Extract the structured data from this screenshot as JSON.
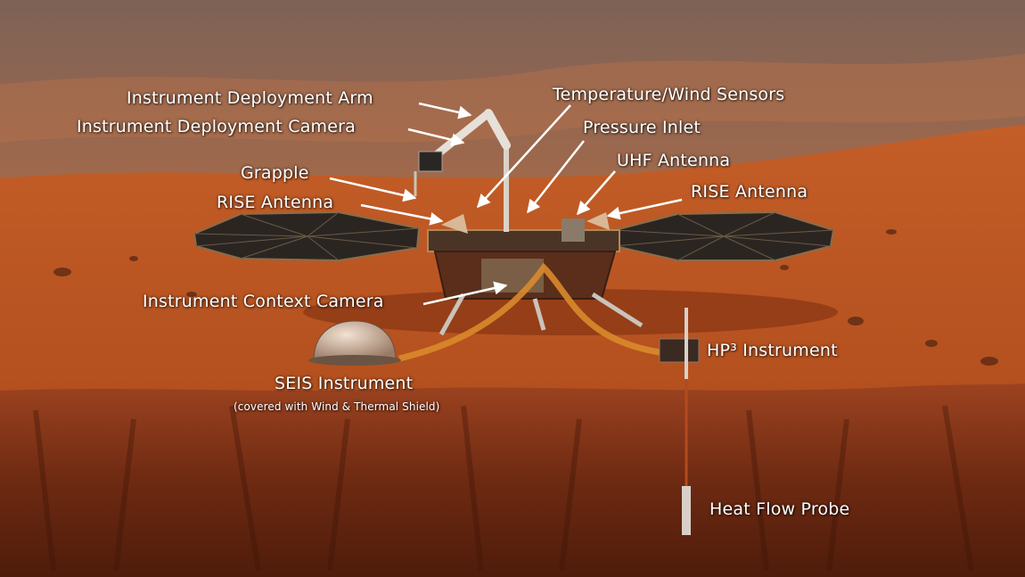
{
  "labels": {
    "instrument_deployment_arm": "Instrument Deployment Arm",
    "instrument_deployment_camera": "Instrument Deployment Camera",
    "grapple": "Grapple",
    "rise_antenna_left": "RISE Antenna",
    "temperature_wind_sensors": "Temperature/Wind Sensors",
    "pressure_inlet": "Pressure Inlet",
    "uhf_antenna": "UHF Antenna",
    "rise_antenna_right": "RISE Antenna",
    "instrument_context_camera": "Instrument Context Camera",
    "hp3_instrument": "HP³ Instrument",
    "seis_instrument": "SEIS Instrument",
    "seis_note": "(covered with Wind & Thermal Shield)",
    "heat_flow_probe": "Heat Flow Probe"
  },
  "colors": {
    "sky_dust": "#8a6a5a",
    "terrain_light": "#c8642e",
    "terrain_mid": "#b5531f",
    "ground_dark": "#8a3a16",
    "cliff": "#6e2a12",
    "label_text": "#ffffff"
  }
}
